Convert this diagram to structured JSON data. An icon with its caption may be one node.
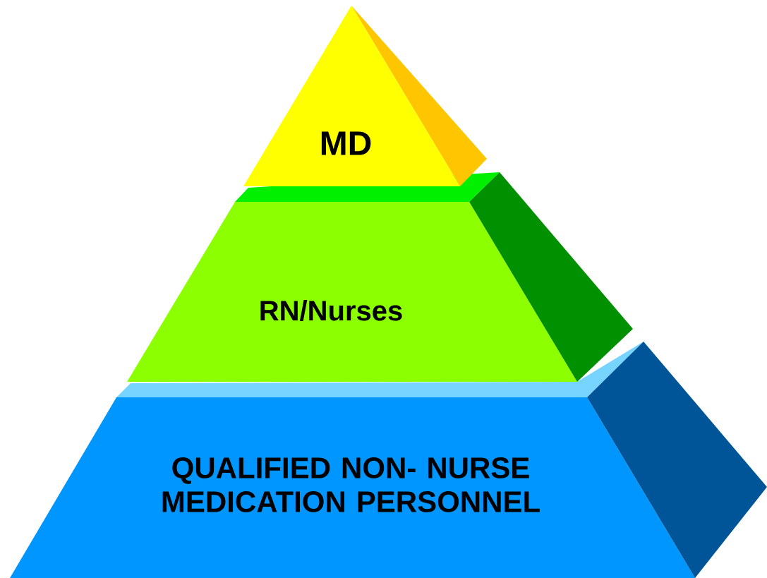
{
  "diagram": {
    "nodes": [
      {
        "text": [
          "MD"
        ]
      },
      {
        "text": [
          "RN/Nurses"
        ]
      },
      {
        "text": [
          "QUALIFIED NON- NURSE MEDICATION PERSONNEL"
        ]
      }
    ]
  }
}
